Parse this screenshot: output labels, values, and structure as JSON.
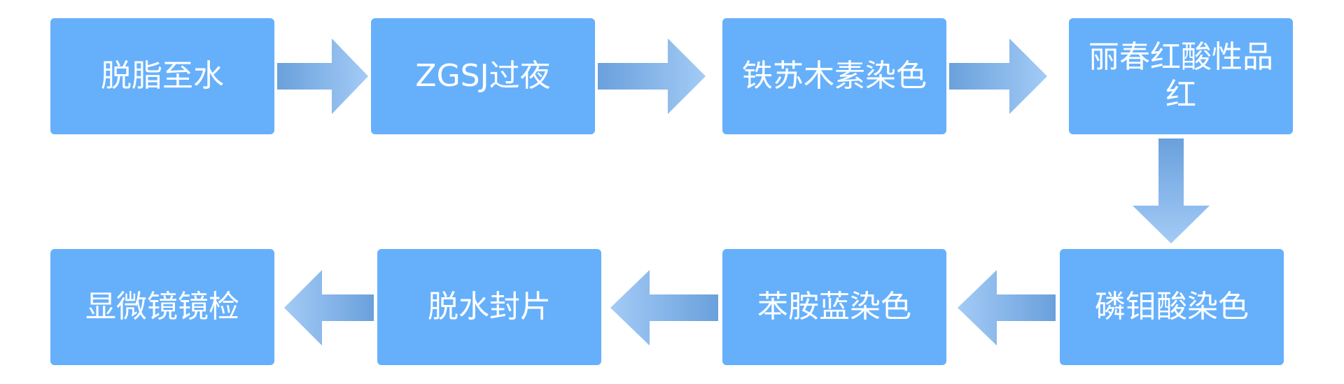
{
  "diagram": {
    "row1": [
      {
        "label": "脱脂至水"
      },
      {
        "label": "ZGSJ过夜"
      },
      {
        "label": "铁苏木素染色"
      },
      {
        "label": "丽春红酸性品红"
      }
    ],
    "row2": [
      {
        "label": "显微镜镜检"
      },
      {
        "label": "脱水封片"
      },
      {
        "label": "苯胺蓝染色"
      },
      {
        "label": "磷钼酸染色"
      }
    ]
  },
  "colors": {
    "box_fill": "#66b0fb",
    "text": "#ffffff",
    "arrow_dark": "#6aa0dc",
    "arrow_light": "#9cc7f5"
  }
}
